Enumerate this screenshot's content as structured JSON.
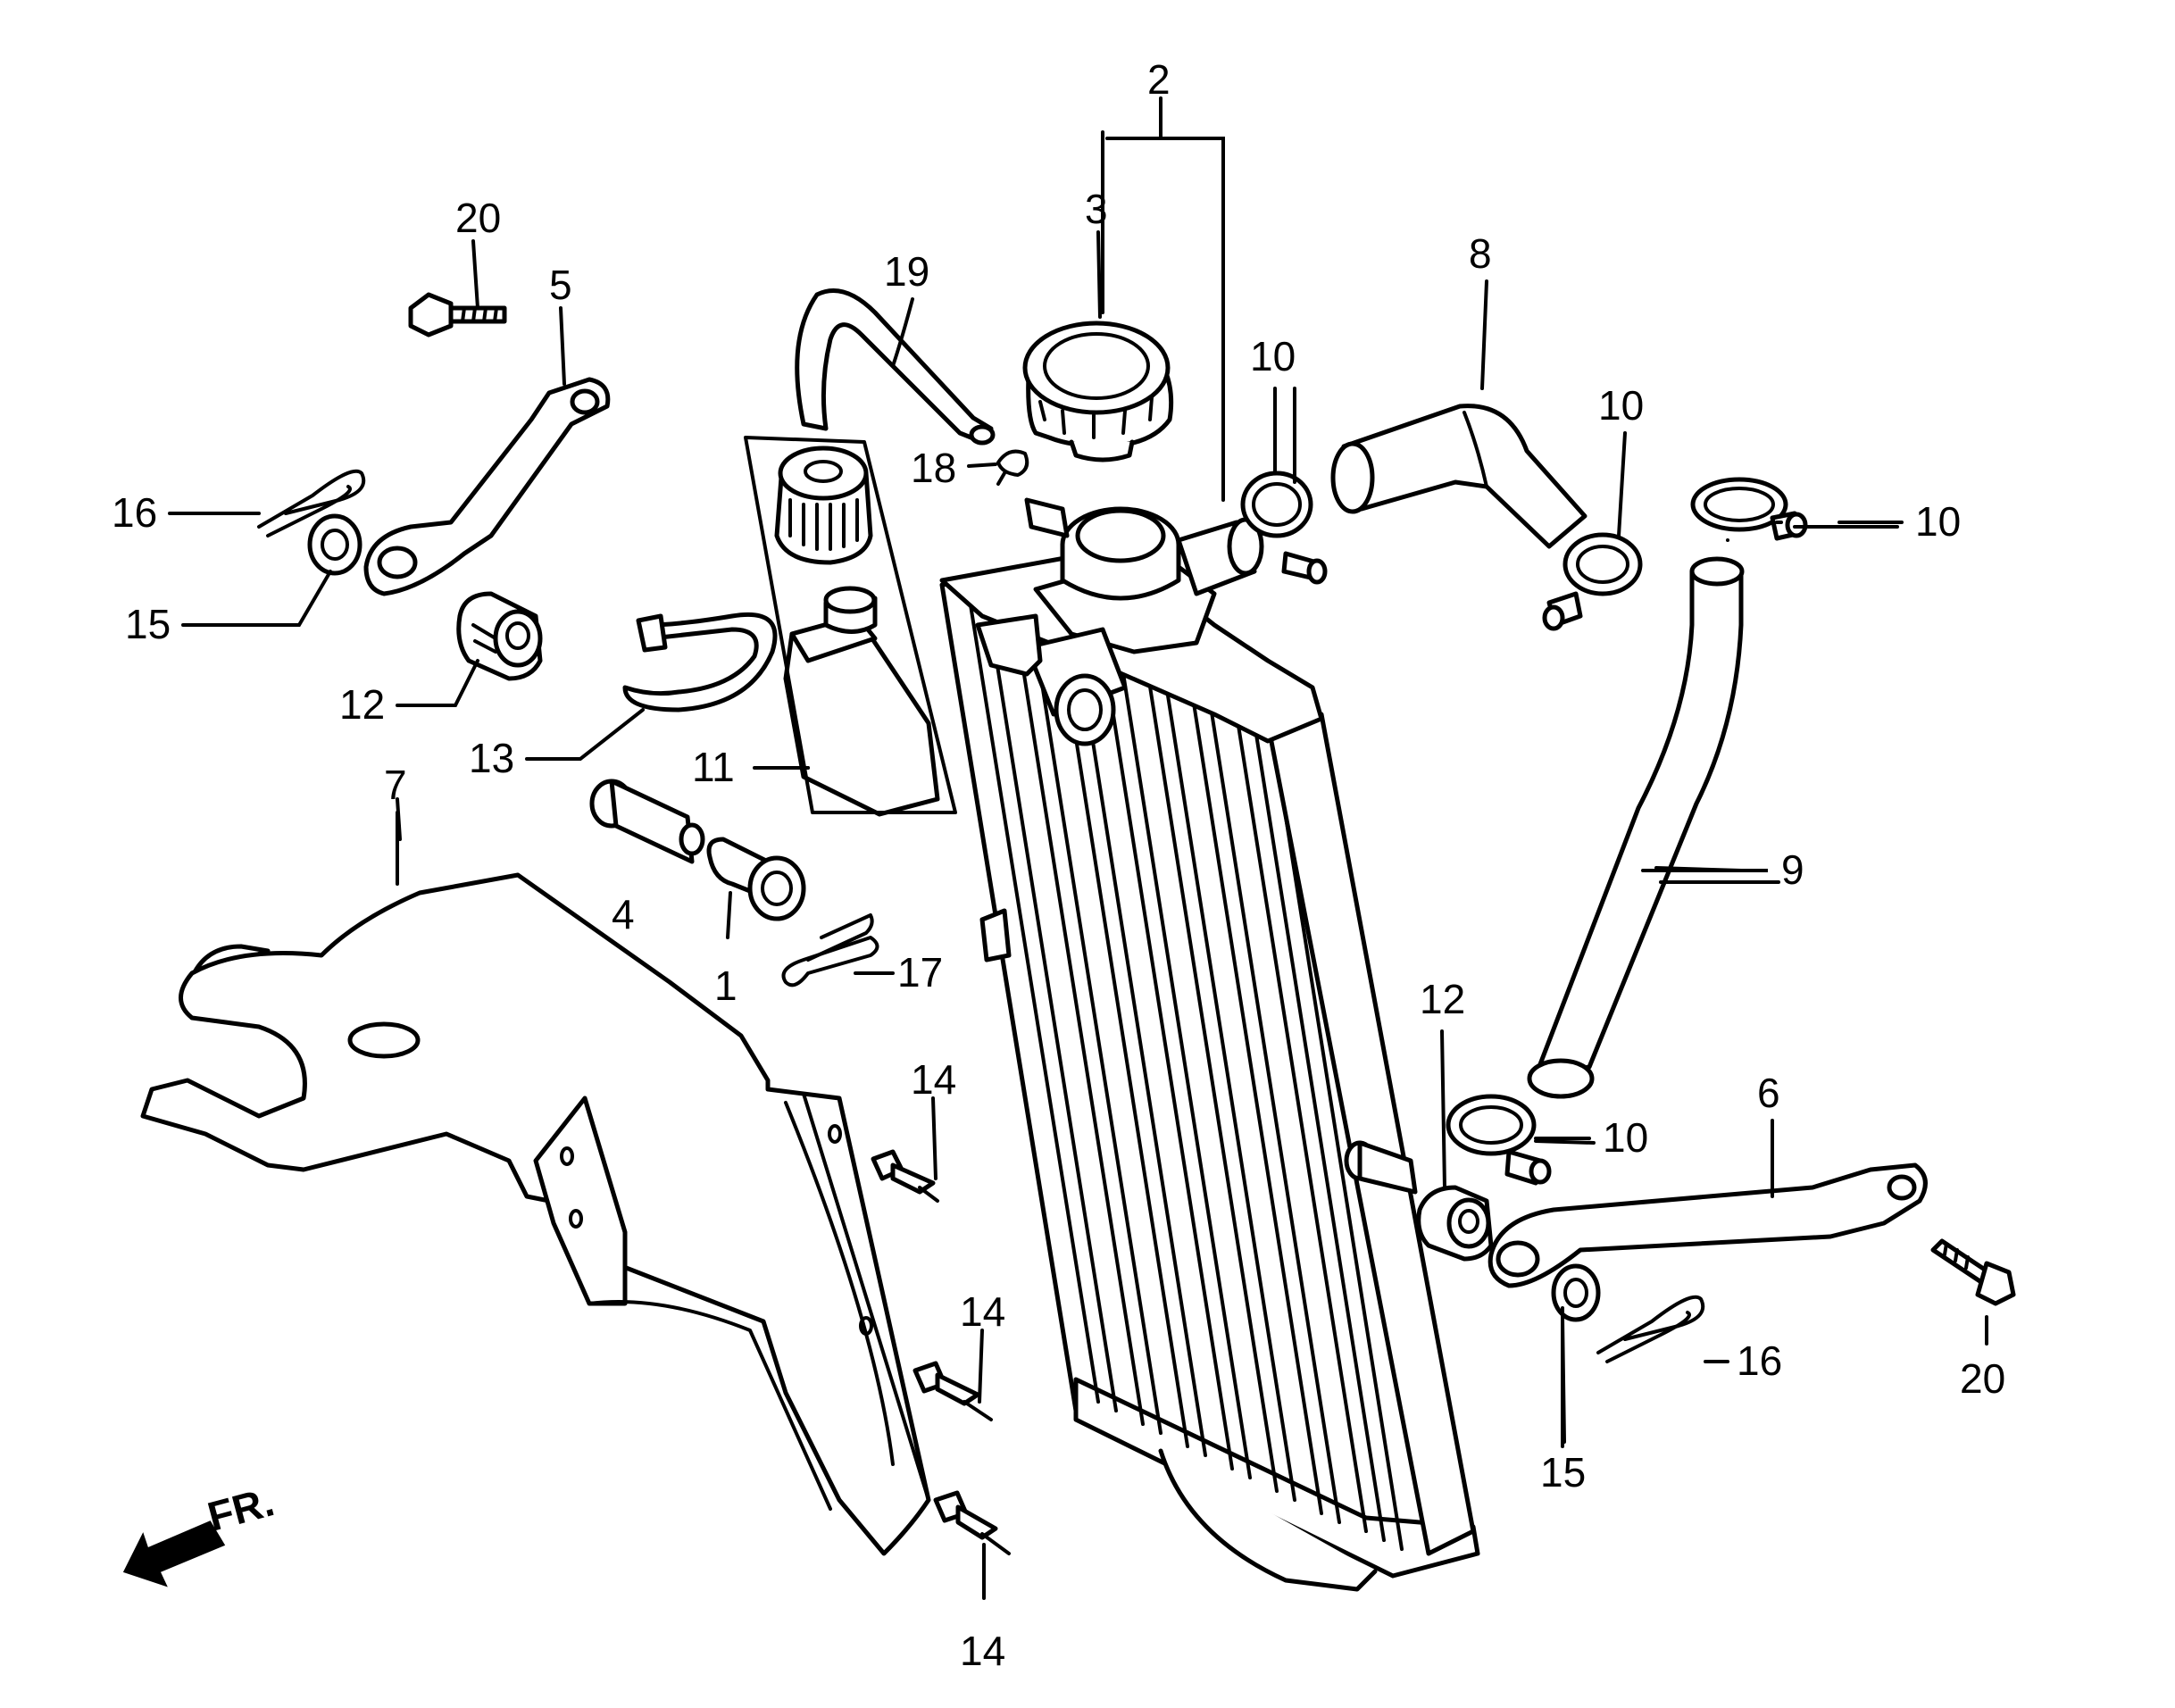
{
  "diagram": {
    "front_label": "FR.",
    "callouts": {
      "c1": "1",
      "c2": "2",
      "c3": "3",
      "c4": "4",
      "c5": "5",
      "c6": "6",
      "c7": "7",
      "c8": "8",
      "c9": "9",
      "c10a": "10",
      "c10b": "10",
      "c10c": "10",
      "c10d": "10",
      "c11": "11",
      "c12a": "12",
      "c12b": "12",
      "c13": "13",
      "c14a": "14",
      "c14b": "14",
      "c14c": "14",
      "c15a": "15",
      "c15b": "15",
      "c16a": "16",
      "c16b": "16",
      "c17": "17",
      "c18": "18",
      "c19": "19",
      "c20a": "20",
      "c20b": "20"
    }
  }
}
